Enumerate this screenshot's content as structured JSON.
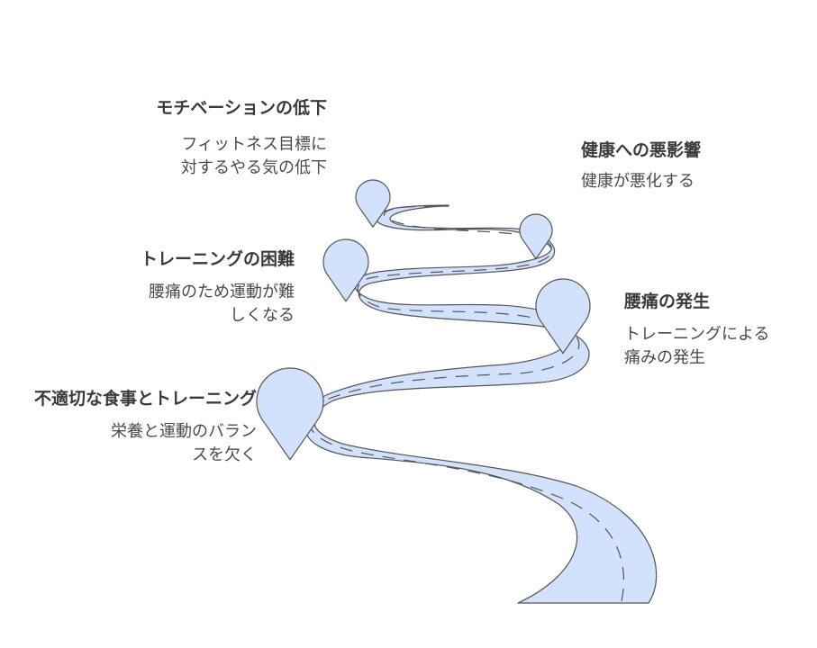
{
  "colors": {
    "road_fill": "#d2e1fc",
    "road_stroke": "#555555",
    "pin_fill": "#d2e1fc",
    "pin_stroke": "#555555",
    "text": "#3a3a3a"
  },
  "milestones": [
    {
      "title": "モチベーションの低下",
      "desc_lines": [
        "フィットネス目標に",
        "対するやる気の低下"
      ]
    },
    {
      "title": "健康への悪影響",
      "desc_lines": [
        "健康が悪化する"
      ]
    },
    {
      "title": "トレーニングの困難",
      "desc_lines": [
        "腰痛のため運動が難",
        "しくなる"
      ]
    },
    {
      "title": "腰痛の発生",
      "desc_lines": [
        "トレーニングによる",
        "痛みの発生"
      ]
    },
    {
      "title": "不適切な食事とトレーニング",
      "desc_lines": [
        "栄養と運動のバラン",
        "スを欠く"
      ]
    }
  ]
}
